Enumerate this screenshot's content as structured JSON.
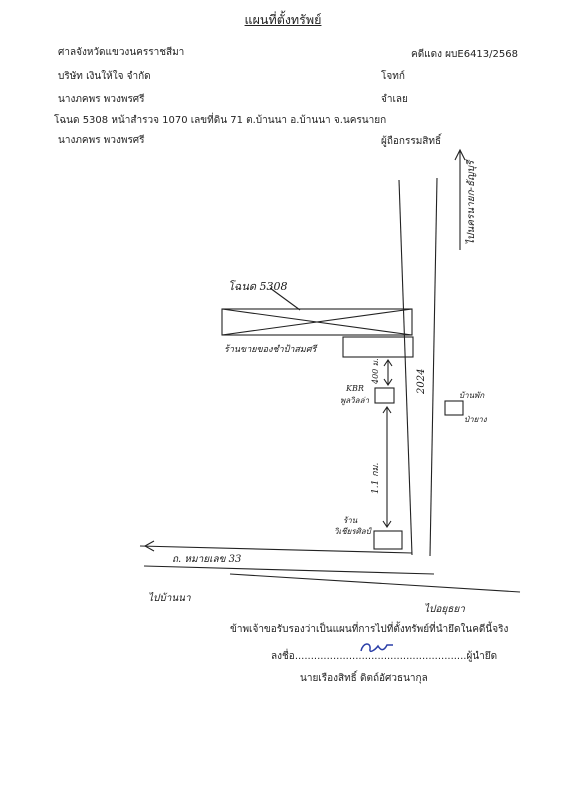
{
  "title": "แผนที่ตั้งทรัพย์",
  "court": "ศาลจังหวัดแขวงนครราชสีมา",
  "case_no": "คดีแดง ผบE6413/2568",
  "plaintiff_name": "บริษัท เงินให้ใจ จำกัด",
  "plaintiff_role": "โจทก์",
  "defendant_name": "นางภคพร พวงพรศรี",
  "defendant_role": "จำเลย",
  "deed_line": "โฉนด 5308 หน้าสำรวจ 1070 เลขที่ดิน 71 ต.บ้านนา อ.บ้านนา จ.นครนายก",
  "owner_name": "นางภคพร พวงพรศรี",
  "owner_role": "ผู้ถือกรรมสิทธิ์",
  "map": {
    "road_top_label": "ไปนครนายก-ธัญบุรี",
    "road_number": "2024",
    "plot_label": "โฉนด 5308",
    "shop_label": "ร้านขายของชำป้าสมศรี",
    "distance_short": "400 ม.",
    "marker_label_1": "KBR",
    "marker_label_2": "พูลวิลล่า",
    "distance_long": "1.1 กม.",
    "house_label_1": "บ้านพัก",
    "house_label_2": "ป่ายาง",
    "corner_shop_label_1": "ร้าน",
    "corner_shop_label_2": "วิเชียรศิลป์",
    "road_bottom_label": "ถ. หมายเลข 33",
    "to_left_label": "ไปบ้านนา",
    "to_right_label": "ไปอยุธยา"
  },
  "certify": "ข้าพเจ้าขอรับรองว่าเป็นแผนที่การไปที่ตั้งทรัพย์ที่นำยึดในคดีนี้จริง",
  "sign_prefix": "ลงชื่อ",
  "sign_dots_1": "......................................................",
  "sign_role": "ผู้นำยึด",
  "signer": "นายเรืองสิทธิ์ ดิตถ์อัศวธนากุล"
}
